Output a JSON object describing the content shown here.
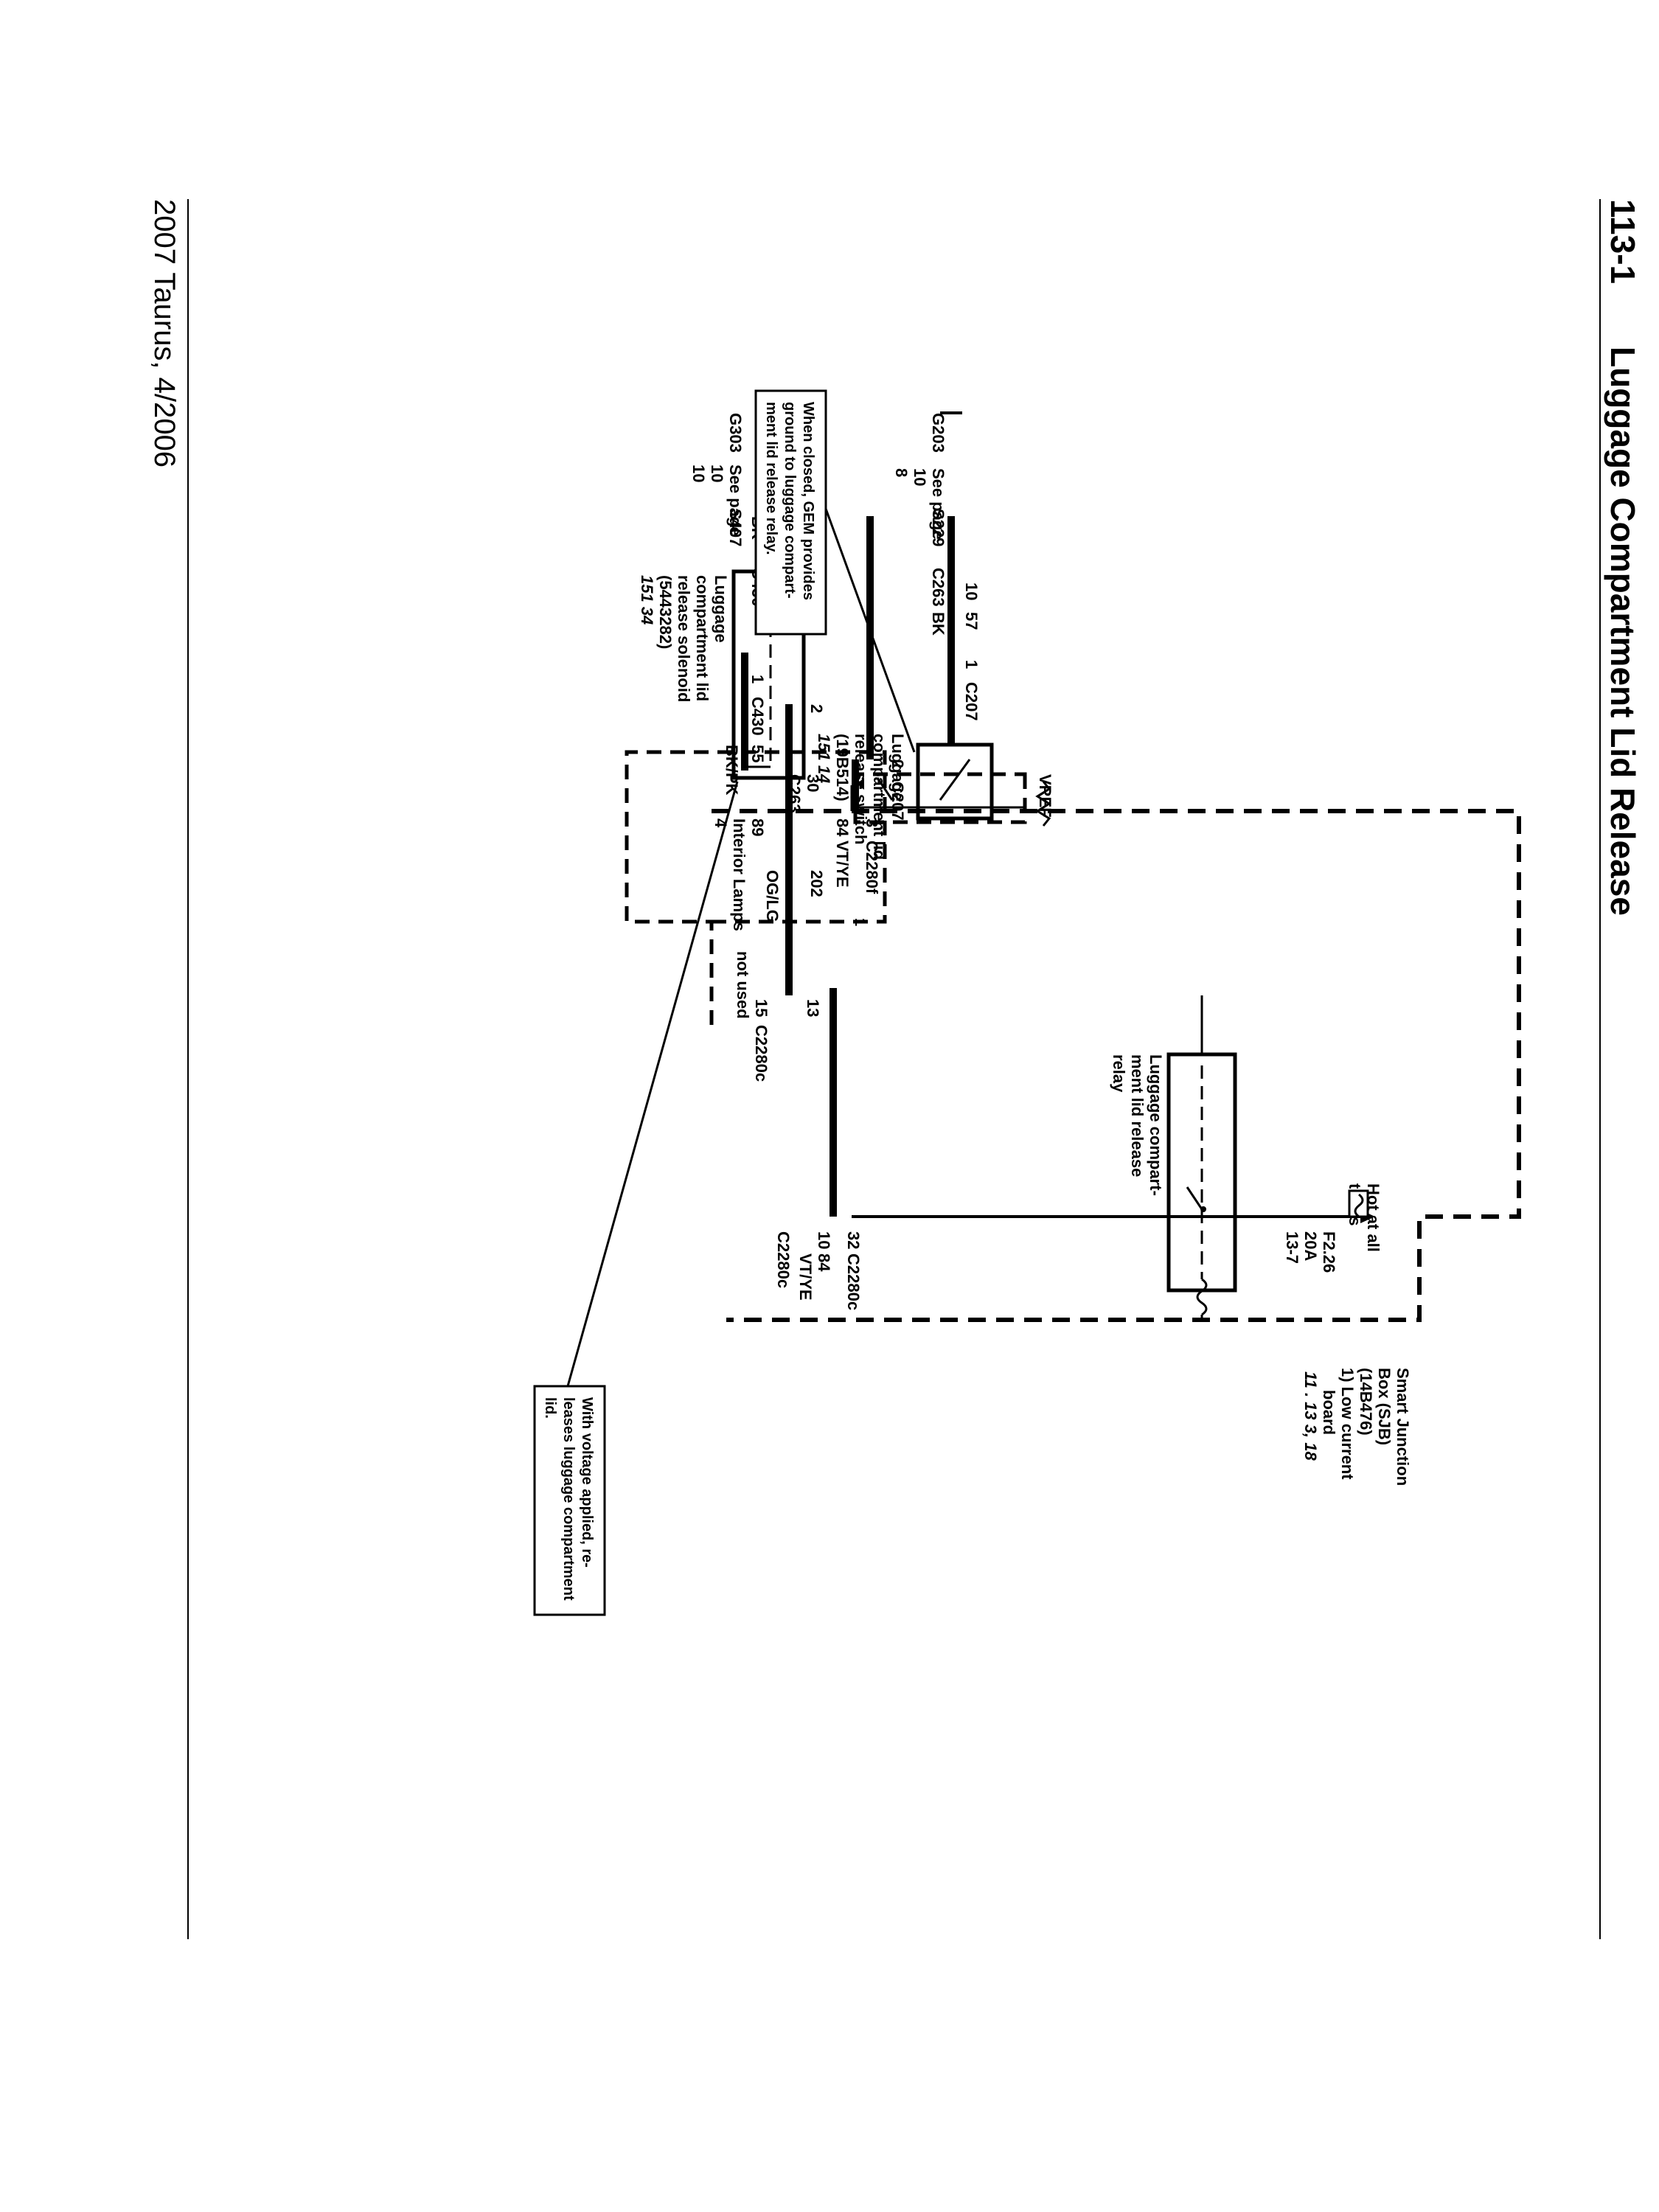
{
  "header": {
    "page_number": "113-1",
    "title": "Luggage Compartment Lid Release"
  },
  "footer": {
    "model_date": "2007 Taurus, 4/2006"
  },
  "sjb": {
    "title": "Smart Junction",
    "title2": "Box (SJB)",
    "part": "(14B476)",
    "board1": "1)  Low current",
    "board2": "board",
    "refs": "11 .  13 3, 18",
    "hot1": "Hot at all",
    "hot2": "times",
    "fuse_id": "F2.26",
    "fuse_rating": "20A",
    "fuse_ref": "13-7",
    "fuse_pin": "1",
    "vref": "VREF"
  },
  "relay": {
    "label1": "Luggage compart-",
    "label2": "ment lid release",
    "label3": "relay"
  },
  "connectors": {
    "c2280c_pin_32": "32",
    "c2280c_32": "C2280c",
    "c2280c_pin_10": "10",
    "c2280c_circ": "84",
    "c2280c_color": "VT/YE",
    "c2280c_10": "C2280c",
    "c2280c_pin_15": "15",
    "c2280c_15": "C2280c",
    "not_used": "not used",
    "c2280c_pin_13": "13",
    "c2280f_pin": "3",
    "c2280f": "C2280f",
    "c2280f_circ": "84",
    "c2280f_color": "VT/YE",
    "c263_pin": "30",
    "c263": "C263",
    "c207_pin_2": "2",
    "c207a": "C207",
    "c207_pin_1": "1",
    "c207b": "C207",
    "c207_circ": "57",
    "c207_color": "BK",
    "c263b_pin": "10",
    "c263b": "C263",
    "s229": "S229",
    "see_page_a": "See page",
    "see_page_a_num": "10",
    "see_page_a_ref": "8",
    "g203": "G203",
    "og_circ": "202",
    "og_color": "OG/LG",
    "c430_pin_2": "2",
    "c430_pin_3": "3",
    "c430a": "C430",
    "c430_circ": "57",
    "c430_color": "BK",
    "s407": "S407",
    "see_page_b": "See page",
    "see_page_b_num": "10",
    "see_page_b_ref": "10",
    "g303": "G303",
    "c430_pin_1": "1",
    "c430b": "C430",
    "bkpk_circ": "55",
    "bkpk_color": "BK/PK",
    "lamps_ref": "89",
    "lamps": "Interior Lamps",
    "lamps_pg": "4"
  },
  "switch": {
    "label1": "Luggage",
    "label2": "compartment lid",
    "label3": "release switch",
    "part": "(19B514)",
    "refs": "151     14"
  },
  "solenoid": {
    "label1": "Luggage",
    "label2": "compartment lid",
    "label3": "release solenoid",
    "part": "(5443282)",
    "refs": "151     34"
  },
  "notes": {
    "gem1": "When closed, GEM provides",
    "gem2": "ground to luggage compart-",
    "gem3": "ment lid release relay.",
    "volt1": "With voltage applied, re-",
    "volt2": "leases luggage compartment",
    "volt3": "lid."
  }
}
